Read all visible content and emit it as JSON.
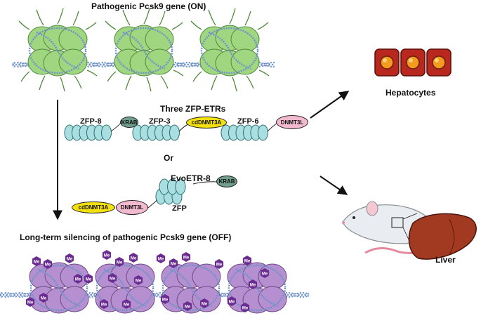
{
  "title_on": "Pathogenic Pcsk9 gene (ON)",
  "title_off": "Long-term silencing of pathogenic Pcsk9 gene (OFF)",
  "three_title": "Three ZFP-ETRs",
  "or_label": "Or",
  "evo_title": "EvoETR-8",
  "zfp_label": "ZFP",
  "me_label": "Me",
  "zfp_blocks": [
    {
      "name": "ZFP-8",
      "domain": "KRAB"
    },
    {
      "name": "ZFP-3",
      "domain": "cdDNMT3A"
    },
    {
      "name": "ZFP-6",
      "domain": "DNMT3L"
    }
  ],
  "evo_domains": {
    "left": "cdDNMT3A",
    "mid": "DNMT3L",
    "right": "KRAB"
  },
  "targets": {
    "hepatocytes": "Hepatocytes",
    "liver": "Liver"
  },
  "colors": {
    "nucleosome_on": "#9fd67f",
    "nucleosome_off": "#b58fcf",
    "me_badge": "#6a2c91",
    "zinc_finger": "#a9dfe0",
    "krab": "#6f9e8c",
    "cddnmt3a": "#f4e00e",
    "dnmt3l": "#f3b9cf",
    "hepatocyte": "#b8281e",
    "liver": "#a23a22",
    "dna": "#6f93c9"
  },
  "icons": [
    "nucleosome-icon",
    "methyl-badge-icon",
    "hepatocyte-icon",
    "mouse-icon",
    "liver-icon",
    "arrow-icon"
  ]
}
